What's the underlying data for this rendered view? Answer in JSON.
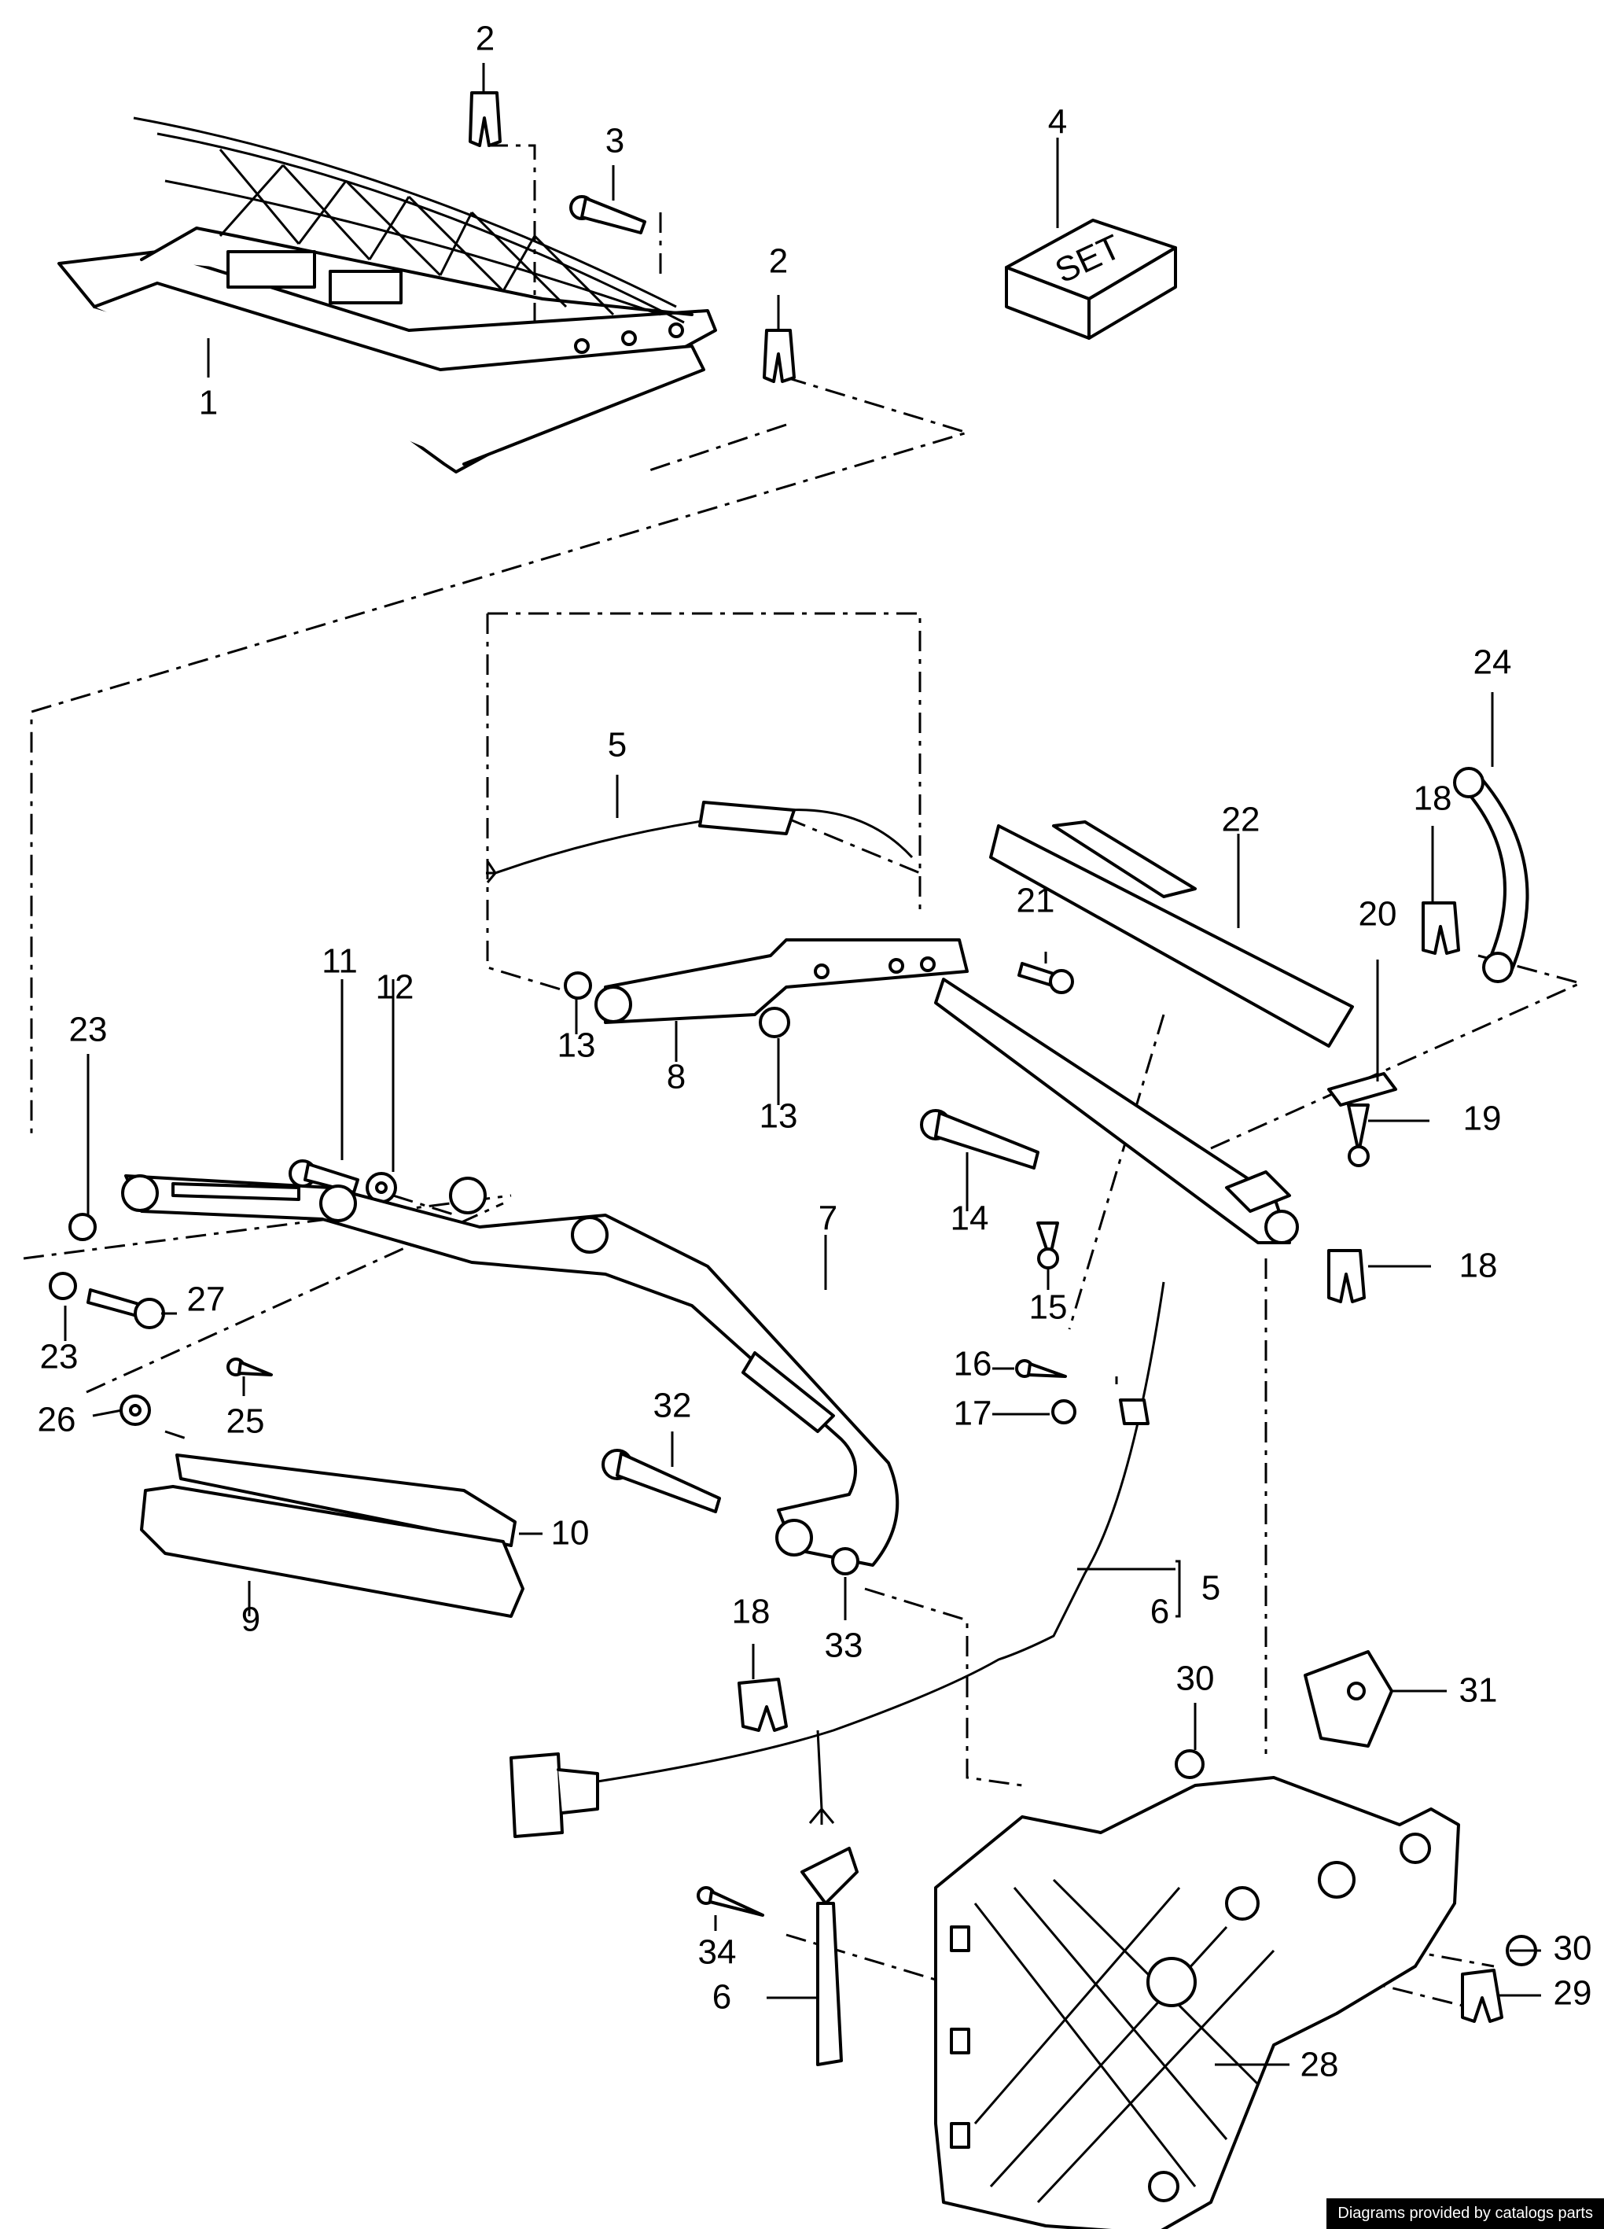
{
  "set_label": "SET",
  "credit": "Diagrams provided by catalogs parts",
  "callouts": [
    "1",
    "2",
    "3",
    "4",
    "5",
    "6",
    "7",
    "8",
    "9",
    "10",
    "11",
    "12",
    "13",
    "14",
    "15",
    "16",
    "17",
    "18",
    "19",
    "20",
    "21",
    "22",
    "23",
    "24",
    "25",
    "26",
    "27",
    "28",
    "29",
    "30",
    "31",
    "32",
    "33",
    "34"
  ]
}
